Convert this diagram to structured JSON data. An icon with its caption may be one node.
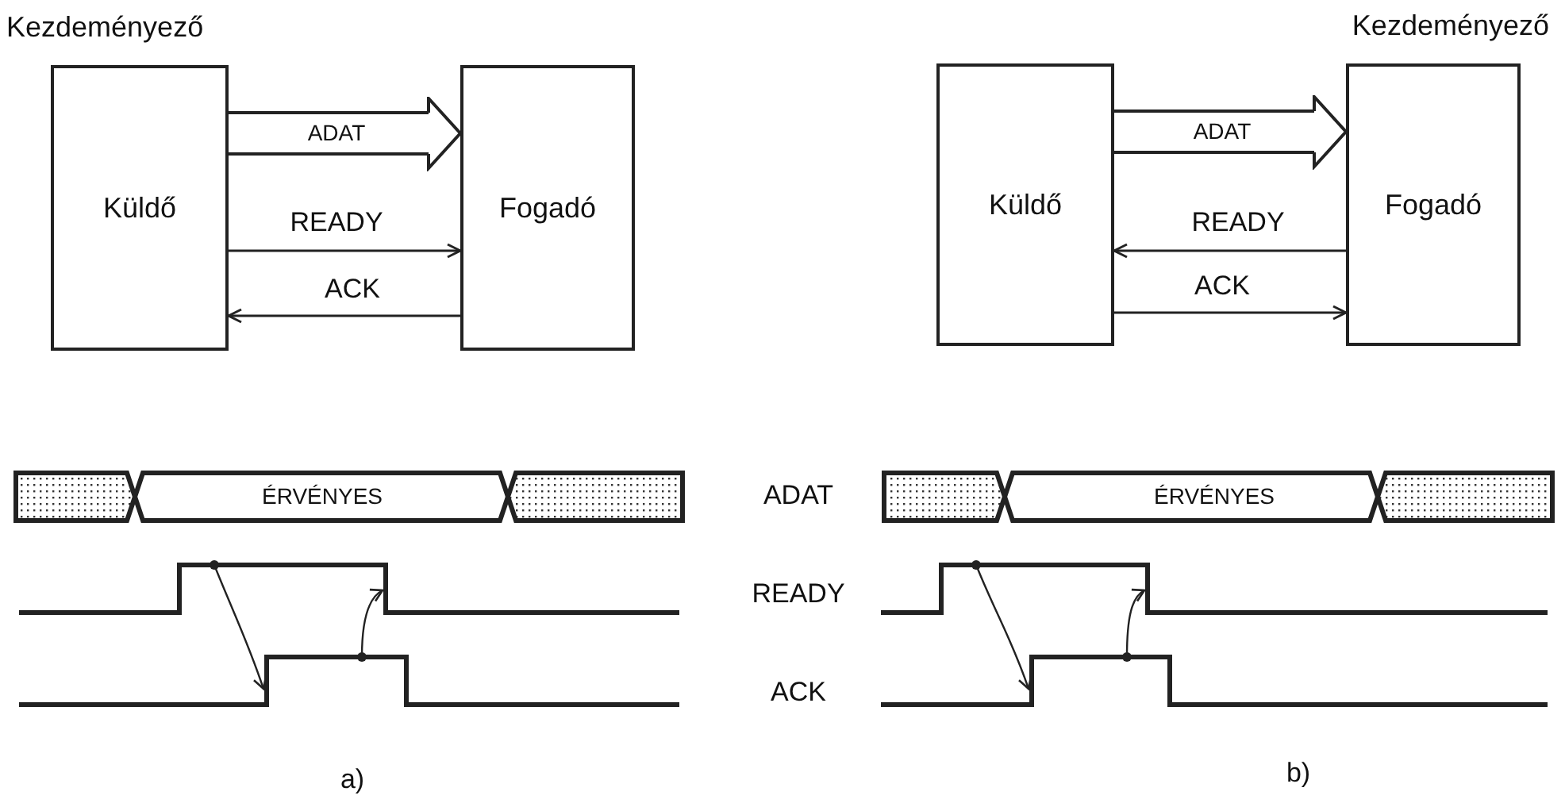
{
  "diagram": {
    "nodes": [
      {
        "text": [
          "Kezdeményező",
          "Küldő"
        ]
      },
      {
        "text": [
          "Fogadó"
        ]
      },
      {
        "text": [
          "Küldő"
        ]
      },
      {
        "text": [
          "Kezdeményező",
          "Fogadó"
        ]
      }
    ],
    "edges": [
      {
        "from": 0,
        "to": 1,
        "arrow": "to",
        "label": "ADAT",
        "style": "thick"
      },
      {
        "from": 0,
        "to": 1,
        "arrow": "to",
        "label": "READY"
      },
      {
        "from": 1,
        "to": 0,
        "arrow": "to",
        "label": "ACK"
      },
      {
        "from": 2,
        "to": 3,
        "arrow": "to",
        "label": "ADAT",
        "style": "thick"
      },
      {
        "from": 3,
        "to": 2,
        "arrow": "to",
        "label": "READY"
      },
      {
        "from": 2,
        "to": 3,
        "arrow": "to",
        "label": "ACK"
      }
    ],
    "labels": [
      "ÉRVÉNYES",
      "ADAT",
      "ÉRVÉNYES",
      "READY",
      "ACK",
      "a)",
      "b)"
    ]
  }
}
